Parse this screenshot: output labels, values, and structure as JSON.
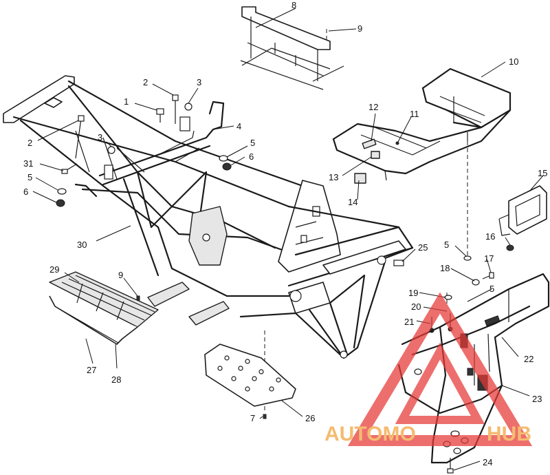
{
  "callouts": [
    {
      "id": "1",
      "text": "1"
    },
    {
      "id": "2a",
      "text": "2"
    },
    {
      "id": "2b",
      "text": "2"
    },
    {
      "id": "3a",
      "text": "3"
    },
    {
      "id": "3b",
      "text": "3"
    },
    {
      "id": "4",
      "text": "4"
    },
    {
      "id": "5a",
      "text": "5"
    },
    {
      "id": "5b",
      "text": "5"
    },
    {
      "id": "5c",
      "text": "5"
    },
    {
      "id": "5d",
      "text": "5"
    },
    {
      "id": "6a",
      "text": "6"
    },
    {
      "id": "6b",
      "text": "6"
    },
    {
      "id": "7",
      "text": "7"
    },
    {
      "id": "8",
      "text": "8"
    },
    {
      "id": "9a",
      "text": "9"
    },
    {
      "id": "9b",
      "text": "9"
    },
    {
      "id": "10",
      "text": "10"
    },
    {
      "id": "11",
      "text": "11"
    },
    {
      "id": "12",
      "text": "12"
    },
    {
      "id": "13",
      "text": "13"
    },
    {
      "id": "14",
      "text": "14"
    },
    {
      "id": "15",
      "text": "15"
    },
    {
      "id": "16",
      "text": "16"
    },
    {
      "id": "17",
      "text": "17"
    },
    {
      "id": "18",
      "text": "18"
    },
    {
      "id": "19",
      "text": "19"
    },
    {
      "id": "20",
      "text": "20"
    },
    {
      "id": "21",
      "text": "21"
    },
    {
      "id": "22",
      "text": "22"
    },
    {
      "id": "23",
      "text": "23"
    },
    {
      "id": "24",
      "text": "24"
    },
    {
      "id": "25",
      "text": "25"
    },
    {
      "id": "26",
      "text": "26"
    },
    {
      "id": "27",
      "text": "27"
    },
    {
      "id": "28",
      "text": "28"
    },
    {
      "id": "29",
      "text": "29"
    },
    {
      "id": "30",
      "text": "30"
    },
    {
      "id": "31",
      "text": "31"
    }
  ],
  "watermark": {
    "text_left": "AUTOMO",
    "text_right": "HUB",
    "color_orange": "#f2a23a",
    "color_red": "#e53935"
  }
}
